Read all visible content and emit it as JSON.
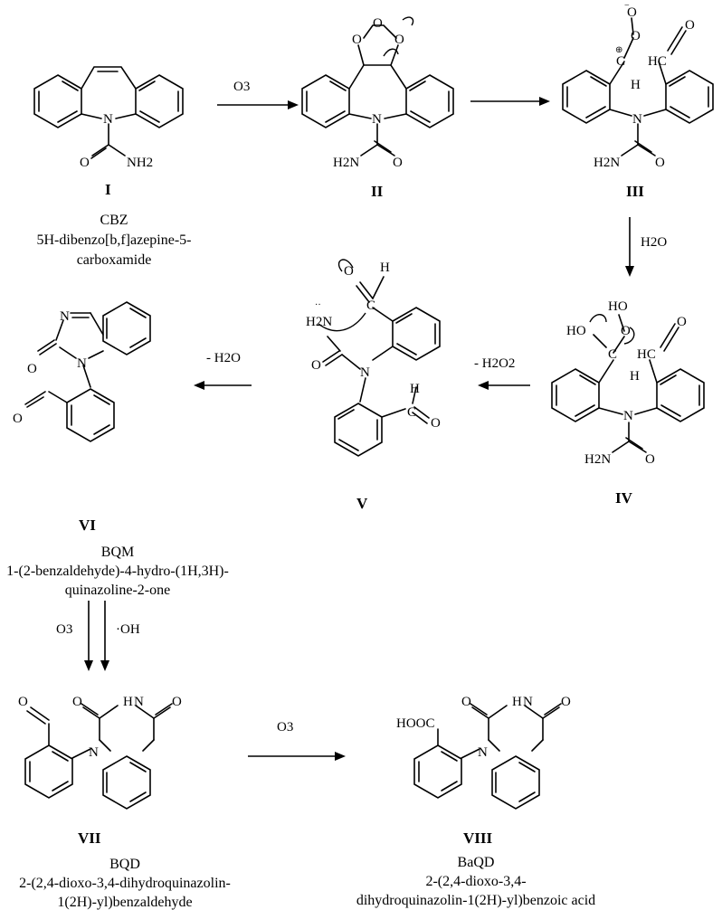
{
  "compounds": {
    "I": {
      "numeral": "I",
      "abbr": "CBZ",
      "name": [
        "5H-dibenzo[b,f]azepine-5-",
        "carboxamide"
      ]
    },
    "II": {
      "numeral": "II"
    },
    "III": {
      "numeral": "III"
    },
    "IV": {
      "numeral": "IV"
    },
    "V": {
      "numeral": "V"
    },
    "VI": {
      "numeral": "VI",
      "abbr": "BQM",
      "name": [
        "1-(2-benzaldehyde)-4-hydro-(1H,3H)-",
        "quinazoline-2-one"
      ]
    },
    "VII": {
      "numeral": "VII",
      "abbr": "BQD",
      "name": [
        "2-(2,4-dioxo-3,4-dihydroquinazolin-",
        "1(2H)-yl)benzaldehyde"
      ]
    },
    "VIII": {
      "numeral": "VIII",
      "abbr": "BaQD",
      "name": [
        "2-(2,4-dioxo-3,4-",
        "dihydroquinazolin-1(2H)-yl)benzoic acid"
      ]
    }
  },
  "reagents": {
    "r1": "O3",
    "r3": "H2O",
    "r4": "- H2O2",
    "r5": "- H2O",
    "r6a": "O3",
    "r6b": "·OH",
    "r7": "O3"
  },
  "atoms": {
    "N": "N",
    "O": "O",
    "H": "H",
    "C": "C",
    "NH2": "NH2",
    "H2N": "H2N",
    "HC": "HC",
    "HO": "HO",
    "HOOC": "HOOC",
    "plus": "⊕",
    "minus": "−",
    "lonepair": "··"
  }
}
